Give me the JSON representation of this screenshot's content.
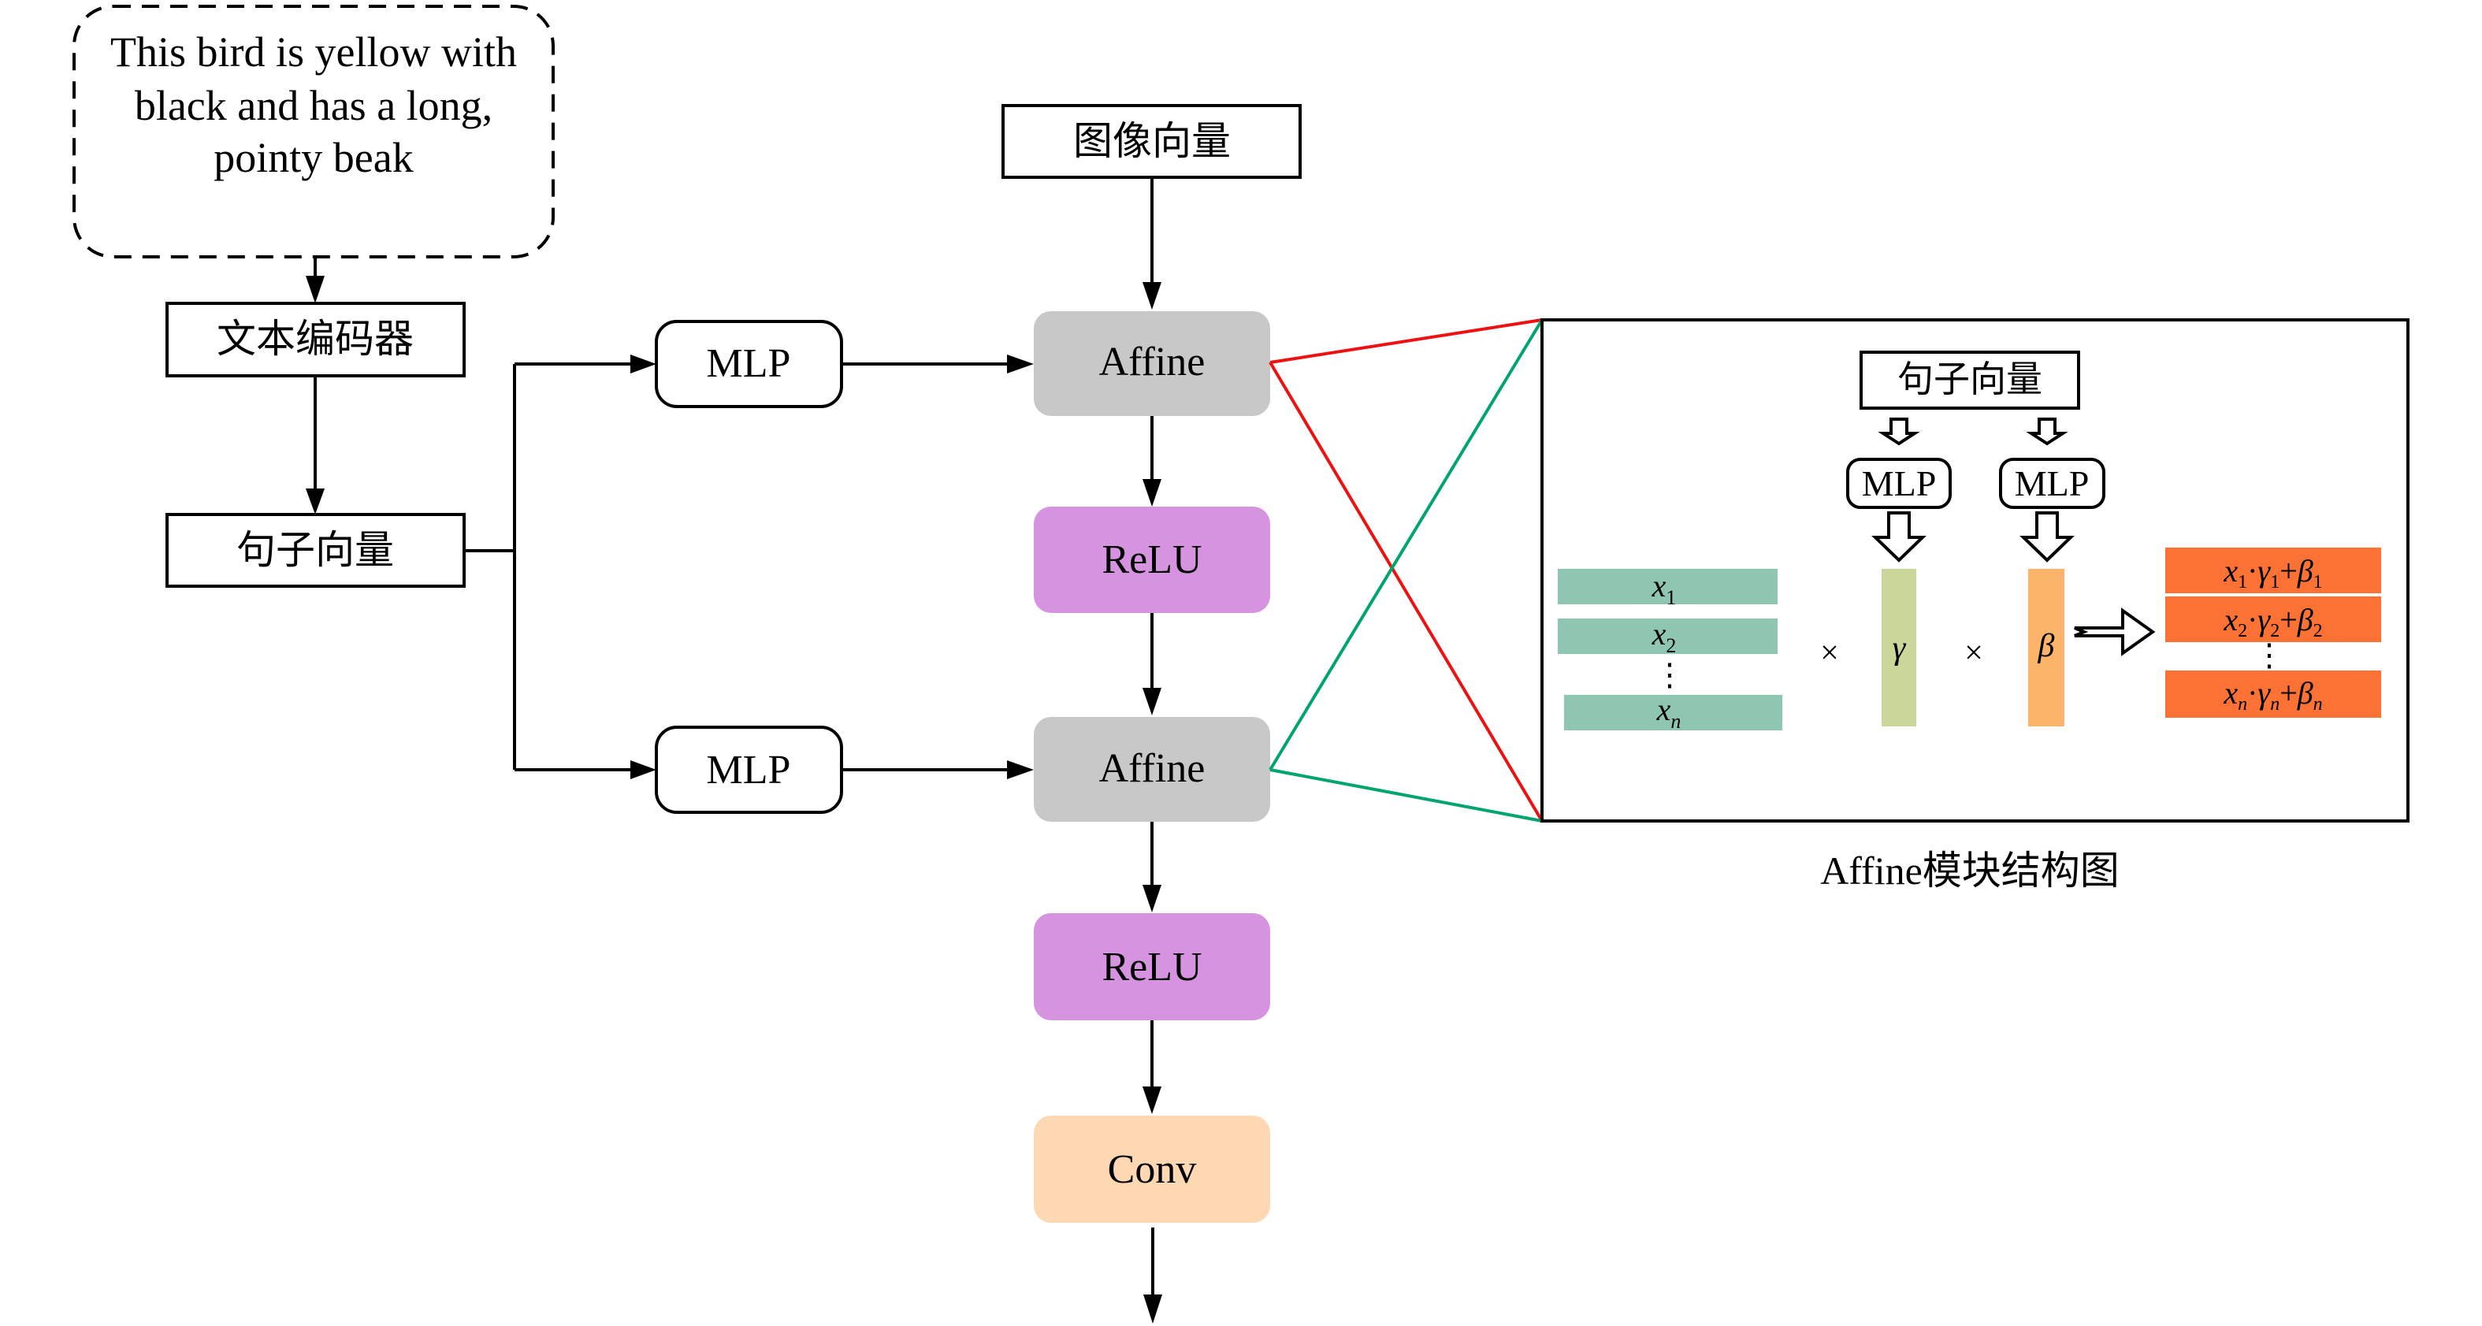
{
  "input_text": {
    "lines": [
      "This bird is yellow with",
      "black and has a long,",
      "pointy beak"
    ]
  },
  "left_column": {
    "text_encoder": "文本编码器",
    "sentence_vector": "句子向量"
  },
  "mlp_branches": [
    {
      "label": "MLP"
    },
    {
      "label": "MLP"
    }
  ],
  "main_column": {
    "image_vector": "图像向量",
    "blocks": [
      {
        "label": "Affine",
        "type": "affine"
      },
      {
        "label": "ReLU",
        "type": "relu"
      },
      {
        "label": "Affine",
        "type": "affine"
      },
      {
        "label": "ReLU",
        "type": "relu"
      },
      {
        "label": "Conv",
        "type": "conv"
      }
    ]
  },
  "inset": {
    "caption": "Affine模块结构图",
    "sentence_vector": "句子向量",
    "mlp_left": "MLP",
    "mlp_right": "MLP",
    "gamma": "γ",
    "beta": "β",
    "times": "×",
    "vdots": "⋮",
    "inputs": [
      {
        "base": "x",
        "sub": "1"
      },
      {
        "base": "x",
        "sub": "2"
      },
      {
        "base": "x",
        "sub": "n"
      }
    ],
    "outputs": [
      {
        "x": "x",
        "g": "γ",
        "b": "β",
        "sub": "1"
      },
      {
        "x": "x",
        "g": "γ",
        "b": "β",
        "sub": "2"
      },
      {
        "x": "x",
        "g": "γ",
        "b": "β",
        "sub": "n"
      }
    ]
  },
  "colors": {
    "affine": "#c8c8c8",
    "relu": "#d694e0",
    "conv": "#fed8b2",
    "input_bar": "#8ec6b2",
    "gamma_bar": "#cad69a",
    "beta_bar": "#fcb46a",
    "output_bar": "#fb7234",
    "link_top": "#ee1111",
    "link_bottom": "#00a46e"
  }
}
